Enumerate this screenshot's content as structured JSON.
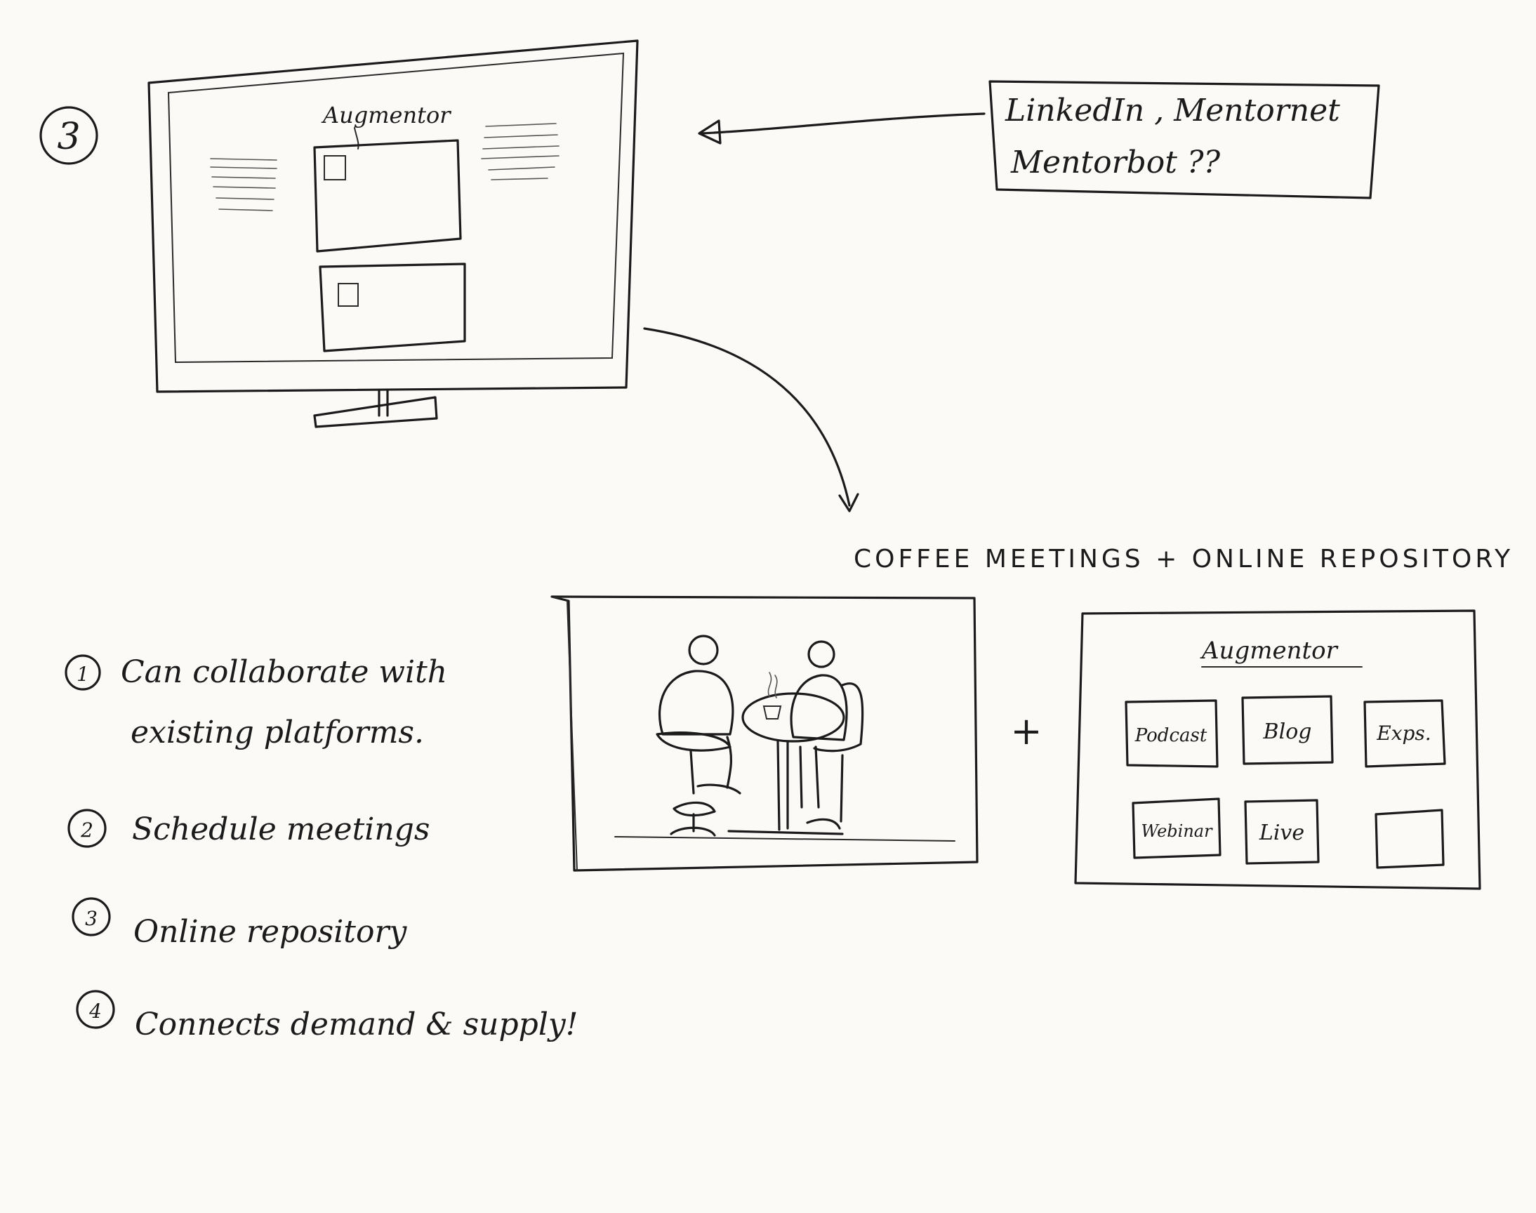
{
  "step_marker": "3",
  "monitor": {
    "title": "Augmentor"
  },
  "integrations_note": {
    "line1": "LinkedIn , Mentornet",
    "line2": "Mentorbot ??"
  },
  "heading": "COFFEE MEETINGS + ONLINE REPOSITORY",
  "plus_sign": "+",
  "repository": {
    "title": "Augmentor",
    "tiles": [
      "Podcast",
      "Blog",
      "Exps.",
      "Webinar",
      "Live",
      ""
    ]
  },
  "features": [
    {
      "num": "1",
      "line1": "Can collaborate with",
      "line2": "existing platforms."
    },
    {
      "num": "2",
      "line1": "Schedule meetings",
      "line2": ""
    },
    {
      "num": "3",
      "line1": "Online repository",
      "line2": ""
    },
    {
      "num": "4",
      "line1": "Connects demand & supply!",
      "line2": ""
    }
  ]
}
